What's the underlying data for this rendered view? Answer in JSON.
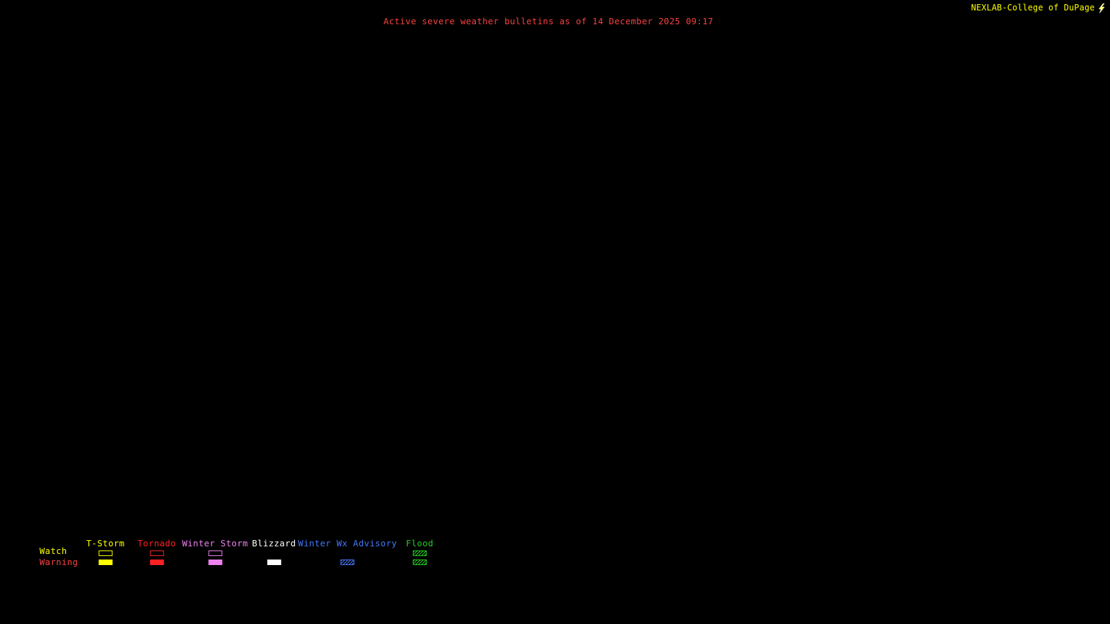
{
  "colors": {
    "background": "#000000",
    "title": "#f84040",
    "credit": "#ffff00",
    "watch_label": "#ffff00",
    "warning_label": "#f84040"
  },
  "header": {
    "title": "Active severe weather bulletins as of 14 December 2025 09:17",
    "credit": "NEXLAB-College of DuPage",
    "logo_icon": "lightning-bolt"
  },
  "legend": {
    "watch_label": "Watch",
    "warning_label": "Warning",
    "categories": [
      {
        "label": "T-Storm",
        "color": "#ffff00",
        "watch": "outline",
        "warning": "fill"
      },
      {
        "label": "Tornado",
        "color": "#ff2222",
        "watch": "outline",
        "warning": "fill"
      },
      {
        "label": "Winter Storm",
        "color": "#ee82ee",
        "watch": "outline",
        "warning": "fill"
      },
      {
        "label": "Blizzard",
        "color": "#ffffff",
        "watch": "none",
        "warning": "fill"
      },
      {
        "label": "Winter Wx Advisory",
        "color": "#4477f8",
        "watch": "none",
        "warning": "hatch"
      },
      {
        "label": "Flood",
        "color": "#22cc22",
        "watch": "hatch",
        "warning": "hatch"
      }
    ]
  }
}
